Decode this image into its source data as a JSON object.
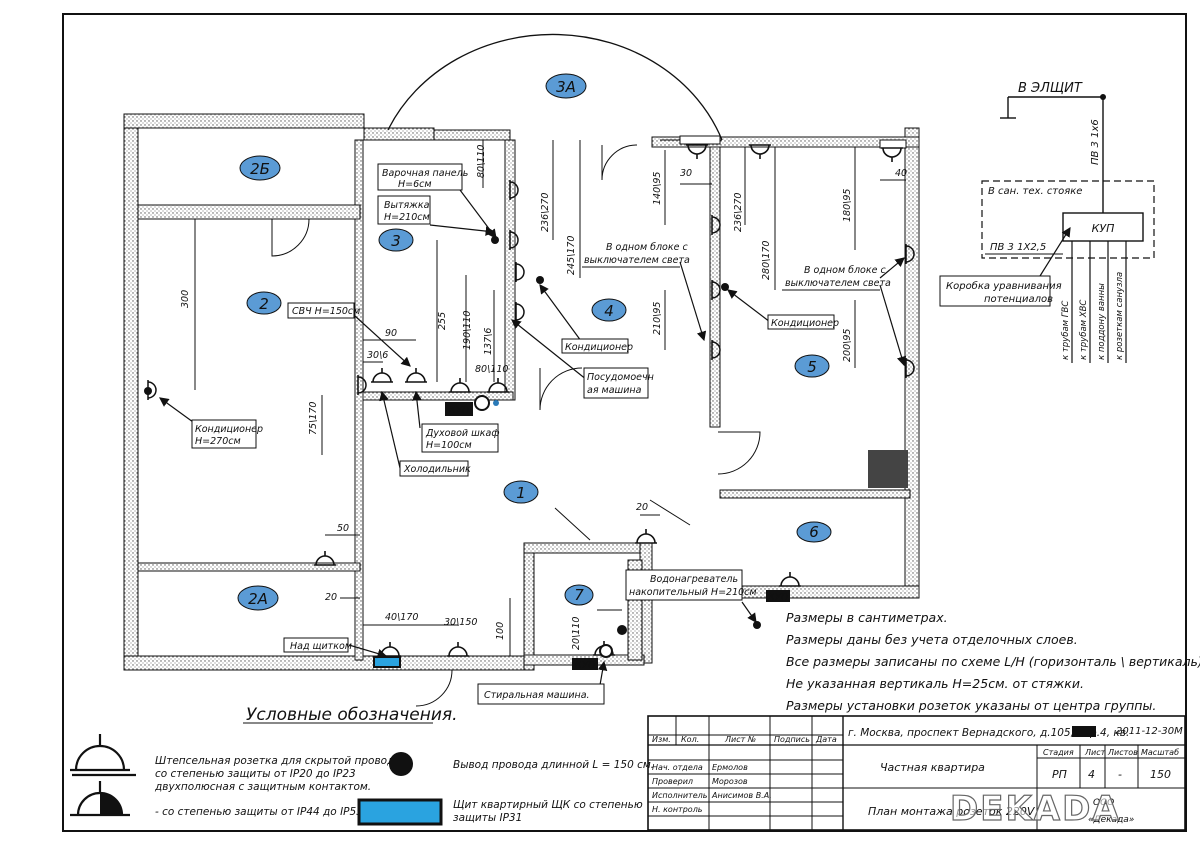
{
  "rooms": {
    "r3a": "3А",
    "r2b": "2Б",
    "r3": "3",
    "r2": "2",
    "r4": "4",
    "r5": "5",
    "r1": "1",
    "r6": "6",
    "r7": "7",
    "r2a": "2А"
  },
  "callouts": {
    "cooktop_1": "Варочная панель",
    "cooktop_2": "Н=6см",
    "hood_1": "Вытяжка",
    "hood_2": "Н=210см",
    "microwave": "СВЧ Н=150см",
    "ac_left_1": "Кондиционер",
    "ac_left_2": "Н=270см",
    "oven_1": "Духовой шкаф",
    "oven_2": "Н=100см",
    "fridge": "Холодильник",
    "ac_r4": "Кондиционер",
    "dishwasher_1": "Посудомоечн",
    "dishwasher_2": "ая машина",
    "block_switch_a_1": "В одном блоке с",
    "block_switch_a_2": "выключателем света",
    "ac_r5": "Кондиционер",
    "block_switch_b_1": "В одном блоке с",
    "block_switch_b_2": "выключателем света",
    "water_heater_1": "Водонагреватель",
    "water_heater_2": "накопительный Н=210см",
    "over_panel": "Над щитком",
    "washing_machine": "Стиральная машина.",
    "kup_1": "КУП",
    "kup_2": "КУП",
    "kup_3": "КУП",
    "kup_main": "КУП"
  },
  "dims": {
    "d300": "300",
    "d80_110_top": "80\\110",
    "d236_270_a": "236\\270",
    "d245_170": "245\\170",
    "d140_95": "140\\95",
    "d30": "30",
    "d236_270_b": "236\\270",
    "d280_170": "280\\170",
    "d180_95": "180\\95",
    "d40": "40",
    "d255": "255",
    "d90": "90",
    "d30_6": "30\\6",
    "d190_110": "190\\110",
    "d137_6": "137\\6",
    "d80_110_low": "80\\110",
    "d210_95": "210\\95",
    "d200_95": "200\\95",
    "d75_170": "75\\170",
    "d50": "50",
    "d20_left": "20",
    "d40_170": "40\\170",
    "d30_150": "30\\150",
    "d100": "100",
    "d20_110": "20\\110",
    "d20_right": "20"
  },
  "riser": {
    "title": "В ЭЛЩИТ",
    "cable_top": "ПВ 3 1х6",
    "box_label": "В сан. тех. стояке",
    "cable_box": "ПВ 3 1Х2,5",
    "equalize_1": "Коробка уравнивания",
    "equalize_2": "потенциалов",
    "tap_1": "к трубам ГВС",
    "tap_2": "к трубам ХВС",
    "tap_3": "к поддону ванны",
    "tap_4": "к розеткам санузла"
  },
  "notes": {
    "n1": "Размеры в сантиметрах.",
    "n2": "Размеры даны без учета отделочных слоев.",
    "n3": "Все размеры записаны по схеме L/H (горизонталь \\ вертикаль).",
    "n4": "Не указанная вертикаль Н=25см. от стяжки.",
    "n5": "Размеры установки розеток указаны от центра группы."
  },
  "legend": {
    "title": "Условные обозначения.",
    "socket_1": "Штепсельная розетка для скрытой проводки",
    "socket_2": "со степенью защиты от IP20 до IP23",
    "socket_3": "двухполюсная с защитным контактом.",
    "socket_ip": "- со степенью защиты от IP44 до IP55",
    "wire": "Вывод провода длинной L = 150 см.",
    "panel_1": "Щит квартирный ЩК со степенью",
    "panel_2": "защиты IP31"
  },
  "stamp": {
    "address": "г. Москва, проспект Вернадского, д.105, кор.4, кв.",
    "date": "2011-12-30М",
    "h_izm": "Изм.",
    "h_kol": "Кол.",
    "h_list": "Лист №",
    "h_podp": "Подпись",
    "h_data": "Дата",
    "r1_role": "Нач. отдела",
    "r1_name": "Ермолов",
    "r2_role": "Проверил",
    "r2_name": "Морозов",
    "r3_role": "Исполнитель",
    "r3_name": "Анисимов В.А.",
    "r4_role": "Н. контроль",
    "object": "Частная квартира",
    "h_stage": "Стадия",
    "h_sheet": "Лист",
    "h_sheets": "Листов",
    "h_scale": "Масштаб",
    "stage": "РП",
    "sheet": "4",
    "sheets": "-",
    "scale": "150",
    "drawing": "План монтажа розеток 220V",
    "company": "ООО",
    "company_2": "«Декада»",
    "watermark": "DEKADA"
  }
}
